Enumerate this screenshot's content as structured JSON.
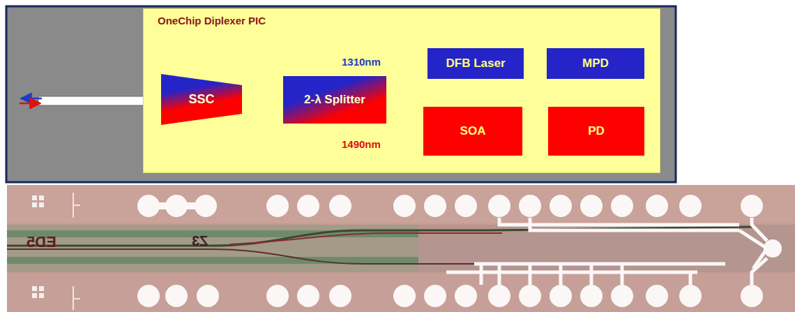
{
  "diagram": {
    "nodes": [
      {
        "text": [
          "OneChip Diplexer PIC"
        ]
      },
      {
        "text": [
          "SSC"
        ],
        "in": 0
      },
      {
        "text": [
          "2-λ Splitter"
        ],
        "in": 0
      },
      {
        "text": [
          "DFB Laser"
        ],
        "in": 0
      },
      {
        "text": [
          "MPD"
        ],
        "in": 0
      },
      {
        "text": [
          "SOA"
        ],
        "in": 0
      },
      {
        "text": [
          "PD"
        ],
        "in": 0
      }
    ],
    "edges": [
      {
        "from": 1,
        "to": 2,
        "arrow": "both"
      },
      {
        "from": 3,
        "to": 2,
        "arrow": "to"
      },
      {
        "from": 3,
        "to": 4,
        "arrow": "to"
      },
      {
        "from": 2,
        "to": 5,
        "arrow": "to"
      },
      {
        "from": 5,
        "to": 6,
        "arrow": "to"
      }
    ],
    "labels": [
      "1310nm",
      "1490nm",
      "ED5",
      "Z3"
    ]
  }
}
